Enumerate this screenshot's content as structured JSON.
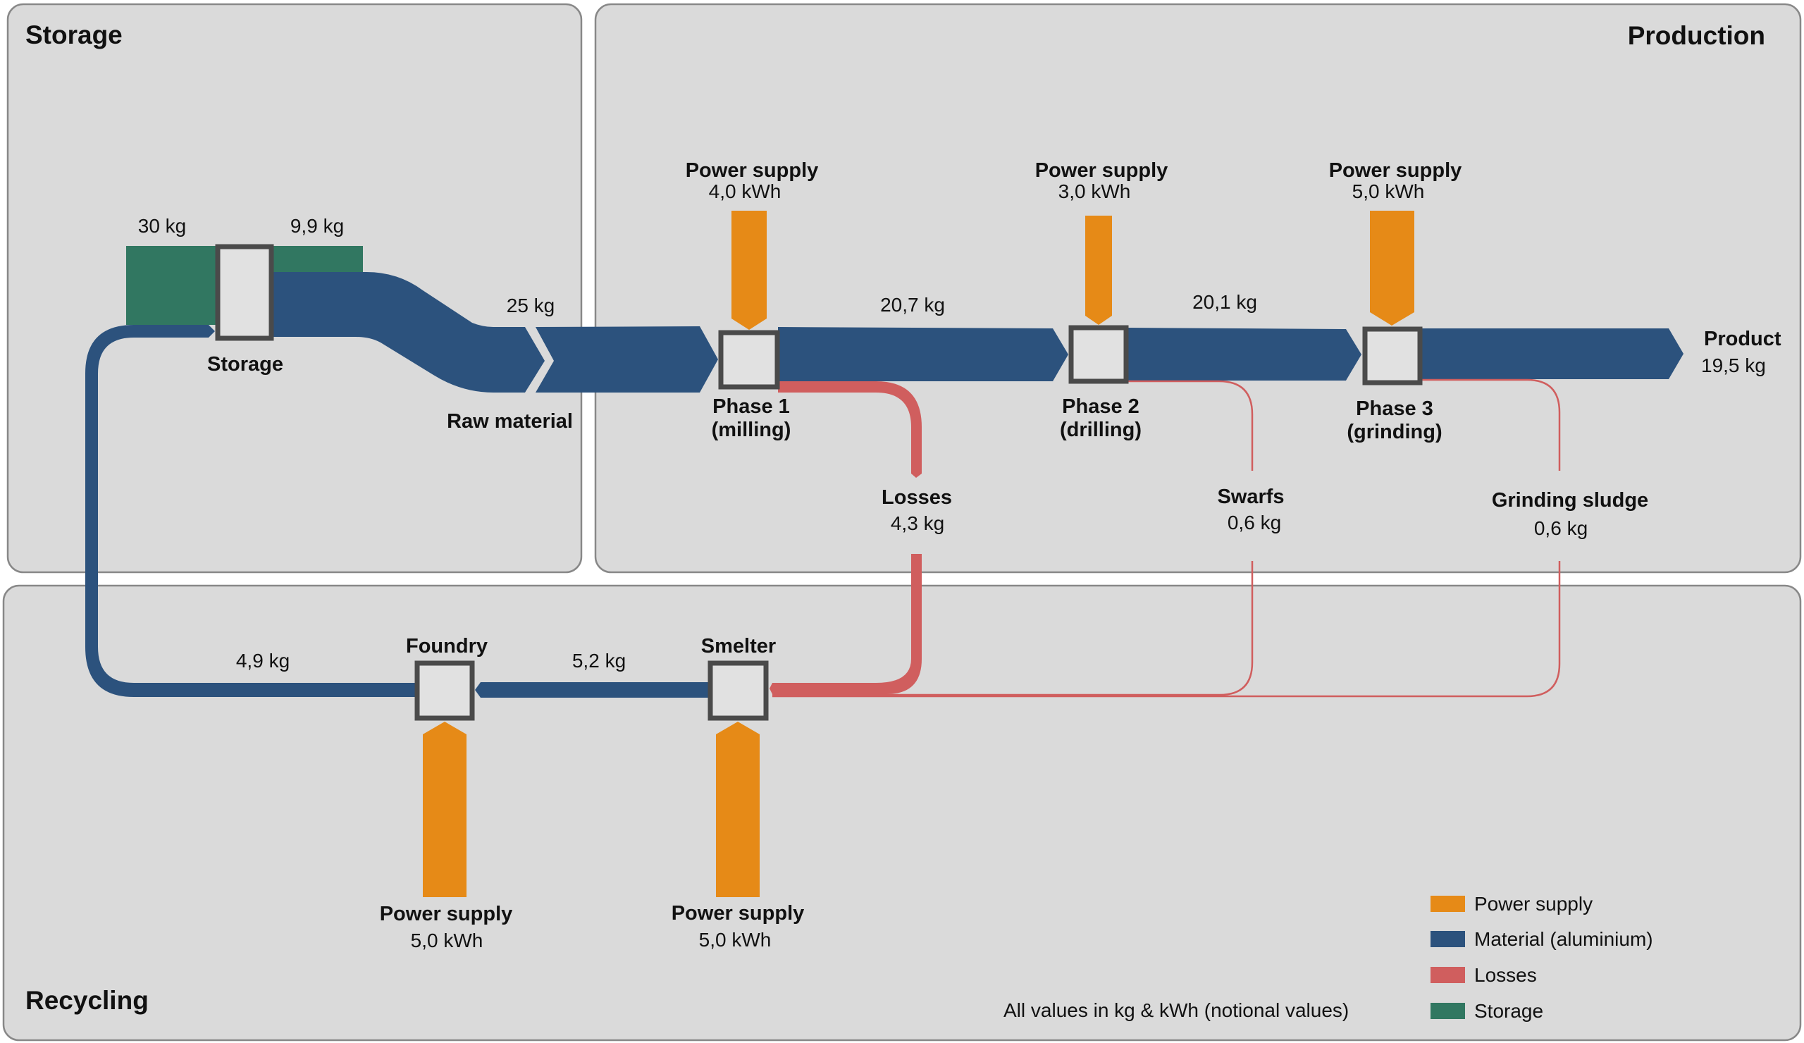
{
  "colors": {
    "power": "#e68a17",
    "material": "#2c527d",
    "losses": "#d05e5e",
    "storage": "#317761",
    "panel": "#dadada",
    "panel_border": "#888888",
    "node_fill": "#e1e1e1",
    "node_border": "#4a4a4a"
  },
  "sections": {
    "storage": "Storage",
    "production": "Production",
    "recycling": "Recycling"
  },
  "nodes": {
    "storage": {
      "label": "Storage"
    },
    "raw_material": {
      "label": "Raw material"
    },
    "phase1": {
      "label": "Phase 1",
      "sublabel": "(milling)"
    },
    "phase2": {
      "label": "Phase 2",
      "sublabel": "(drilling)"
    },
    "phase3": {
      "label": "Phase 3",
      "sublabel": "(grinding)"
    },
    "product": {
      "label": "Product",
      "value": "19,5 kg"
    },
    "losses": {
      "label": "Losses",
      "value": "4,3 kg"
    },
    "swarfs": {
      "label": "Swarfs",
      "value": "0,6 kg"
    },
    "grinding_sludge": {
      "label": "Grinding sludge",
      "value": "0,6 kg"
    },
    "foundry": {
      "label": "Foundry"
    },
    "smelter": {
      "label": "Smelter"
    }
  },
  "flow_labels": {
    "storage_in": "30 kg",
    "storage_level": "9,9 kg",
    "raw_material": "25 kg",
    "phase1_out": "20,7 kg",
    "phase2_out": "20,1 kg",
    "foundry_out": "4,9 kg",
    "smelter_out": "5,2 kg"
  },
  "power_supplies": [
    {
      "label": "Power supply",
      "value": "4,0 kWh",
      "target": "Phase 1 (milling)"
    },
    {
      "label": "Power supply",
      "value": "3,0 kWh",
      "target": "Phase 2 (drilling)"
    },
    {
      "label": "Power supply",
      "value": "5,0 kWh",
      "target": "Phase 3 (grinding)"
    },
    {
      "label": "Power supply",
      "value": "5,0 kWh",
      "target": "Foundry"
    },
    {
      "label": "Power supply",
      "value": "5,0 kWh",
      "target": "Smelter"
    }
  ],
  "legend": [
    {
      "label": "Power supply",
      "color": "#e68a17"
    },
    {
      "label": "Material (aluminium)",
      "color": "#2c527d"
    },
    {
      "label": "Losses",
      "color": "#d05e5e"
    },
    {
      "label": "Storage",
      "color": "#317761"
    }
  ],
  "note": "All values in kg & kWh (notional values)",
  "chart_data": {
    "type": "sankey",
    "title": "",
    "units": [
      "kg",
      "kWh"
    ],
    "nodes": [
      "Storage",
      "Raw material",
      "Phase 1 (milling)",
      "Phase 2 (drilling)",
      "Phase 3 (grinding)",
      "Product",
      "Losses",
      "Swarfs",
      "Grinding sludge",
      "Smelter",
      "Foundry",
      "Power supply"
    ],
    "flows": [
      {
        "source": "Storage (stock)",
        "target": "Storage",
        "value": 30,
        "unit": "kg",
        "kind": "storage"
      },
      {
        "source": "Storage",
        "target": "Storage (remaining)",
        "value": 9.9,
        "unit": "kg",
        "kind": "storage"
      },
      {
        "source": "Storage",
        "target": "Phase 1 (milling)",
        "value": 25,
        "unit": "kg",
        "kind": "material",
        "label": "Raw material"
      },
      {
        "source": "Power supply",
        "target": "Phase 1 (milling)",
        "value": 4.0,
        "unit": "kWh",
        "kind": "power"
      },
      {
        "source": "Phase 1 (milling)",
        "target": "Phase 2 (drilling)",
        "value": 20.7,
        "unit": "kg",
        "kind": "material"
      },
      {
        "source": "Phase 1 (milling)",
        "target": "Losses",
        "value": 4.3,
        "unit": "kg",
        "kind": "losses"
      },
      {
        "source": "Power supply",
        "target": "Phase 2 (drilling)",
        "value": 3.0,
        "unit": "kWh",
        "kind": "power"
      },
      {
        "source": "Phase 2 (drilling)",
        "target": "Phase 3 (grinding)",
        "value": 20.1,
        "unit": "kg",
        "kind": "material"
      },
      {
        "source": "Phase 2 (drilling)",
        "target": "Swarfs",
        "value": 0.6,
        "unit": "kg",
        "kind": "losses"
      },
      {
        "source": "Power supply",
        "target": "Phase 3 (grinding)",
        "value": 5.0,
        "unit": "kWh",
        "kind": "power"
      },
      {
        "source": "Phase 3 (grinding)",
        "target": "Product",
        "value": 19.5,
        "unit": "kg",
        "kind": "material"
      },
      {
        "source": "Phase 3 (grinding)",
        "target": "Grinding sludge",
        "value": 0.6,
        "unit": "kg",
        "kind": "losses"
      },
      {
        "source": "Losses",
        "target": "Smelter",
        "value": 4.3,
        "unit": "kg",
        "kind": "losses"
      },
      {
        "source": "Swarfs",
        "target": "Smelter",
        "value": 0.6,
        "unit": "kg",
        "kind": "losses"
      },
      {
        "source": "Grinding sludge",
        "target": "Smelter",
        "value": 0.6,
        "unit": "kg",
        "kind": "losses"
      },
      {
        "source": "Power supply",
        "target": "Smelter",
        "value": 5.0,
        "unit": "kWh",
        "kind": "power"
      },
      {
        "source": "Smelter",
        "target": "Foundry",
        "value": 5.2,
        "unit": "kg",
        "kind": "material"
      },
      {
        "source": "Power supply",
        "target": "Foundry",
        "value": 5.0,
        "unit": "kWh",
        "kind": "power"
      },
      {
        "source": "Foundry",
        "target": "Storage",
        "value": 4.9,
        "unit": "kg",
        "kind": "material"
      }
    ],
    "legend": [
      "Power supply",
      "Material (aluminium)",
      "Losses",
      "Storage"
    ],
    "legend_position": "bottom-right"
  }
}
